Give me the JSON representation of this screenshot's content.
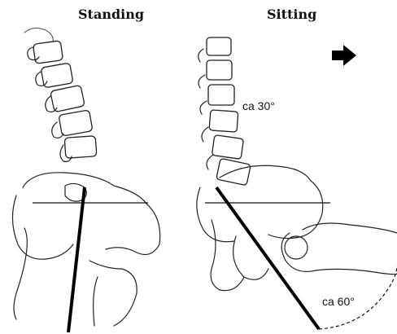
{
  "panels": {
    "standing": {
      "heading": "Standing"
    },
    "sitting": {
      "heading": "Sitting",
      "lumbar_angle_label": "ca 30°",
      "pelvic_angle_label": "ca 60°"
    }
  },
  "icons": {
    "direction": "arrow-right-icon"
  },
  "colors": {
    "ink": "#000000",
    "paper": "#ffffff"
  }
}
